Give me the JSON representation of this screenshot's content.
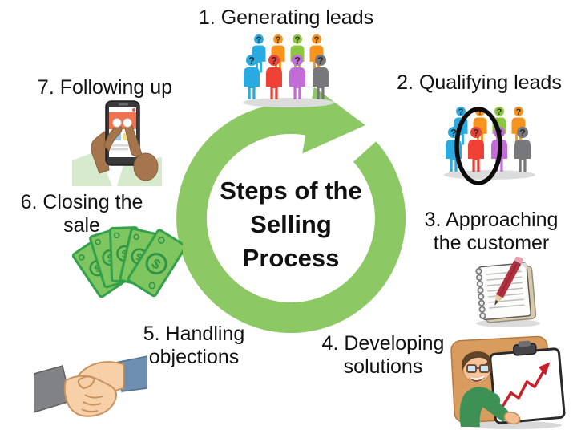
{
  "center": {
    "title_lines": [
      "Steps of the",
      "Selling",
      "Process"
    ]
  },
  "steps": [
    {
      "label_lines": [
        "1. Generating leads"
      ],
      "icon": "crowd-question-marks"
    },
    {
      "label_lines": [
        "2. Qualifying leads"
      ],
      "icon": "crowd-circled-lead"
    },
    {
      "label_lines": [
        "3. Approaching",
        "the customer"
      ],
      "icon": "spiral-notepad-pen"
    },
    {
      "label_lines": [
        "4. Developing",
        "solutions"
      ],
      "icon": "presenter-growth-chart"
    },
    {
      "label_lines": [
        "5. Handling",
        "objections"
      ],
      "icon": "handshake"
    },
    {
      "label_lines": [
        "6. Closing the",
        "sale"
      ],
      "icon": "fanned-dollar-bills"
    },
    {
      "label_lines": [
        "7. Following up"
      ],
      "icon": "hands-texting-phone"
    }
  ],
  "glyphs": {
    "question_mark": "?",
    "dollar_sign": "$"
  },
  "colors": {
    "arrow_green": "#8CC864",
    "text": "#111111",
    "crowd_blue": "#29ABE2",
    "crowd_orange": "#F7941E",
    "crowd_lime": "#8DC63F",
    "crowd_red": "#EF4136",
    "crowd_purple": "#C36CD8",
    "crowd_gray": "#77787B",
    "money_green": "#7FC560",
    "money_border": "#33A04A",
    "sleeve_gray": "#808285",
    "sleeve_blue": "#6F8FB0",
    "skin_light": "#F8D0A8",
    "skin_brown": "#A5764E",
    "board_tan": "#D79C5E",
    "chart_red": "#C8202B",
    "pencil_red": "#B23040",
    "phone_black": "#39393B",
    "phone_orange": "#F0734F"
  }
}
